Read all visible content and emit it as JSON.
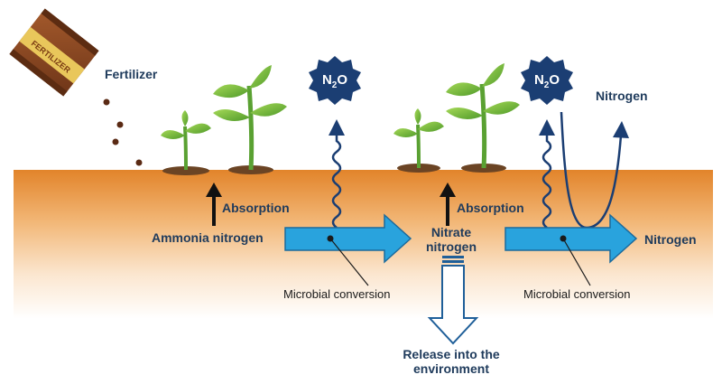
{
  "labels": {
    "fertilizer": "Fertilizer",
    "bag_text": "FERTILIZER",
    "absorption_left": "Absorption",
    "absorption_right": "Absorption",
    "ammonia_nitrogen": "Ammonia nitrogen",
    "nitrate_line1": "Nitrate",
    "nitrate_line2": "nitrogen",
    "nitrogen_gas": "Nitrogen",
    "nitrogen_right": "Nitrogen",
    "microbial_left": "Microbial conversion",
    "microbial_right": "Microbial conversion",
    "release_line1": "Release into the",
    "release_line2": "environment"
  },
  "n2o": {
    "left_main": "N",
    "left_sub": "2",
    "left_tail": "O",
    "right_main": "N",
    "right_sub": "2",
    "right_tail": "O"
  },
  "colors": {
    "soil_top": "#e2842a",
    "soil_bottom": "#fdf6ee",
    "flow_blue": "#29a3dd",
    "dark_navy": "#1f3b5c",
    "badge_navy": "#1b3e73",
    "leaf_green": "#7cc23e",
    "leaf_dark": "#4f9a2a",
    "bag_brown": "#8b4a24",
    "bag_yellow": "#e9c75b"
  }
}
